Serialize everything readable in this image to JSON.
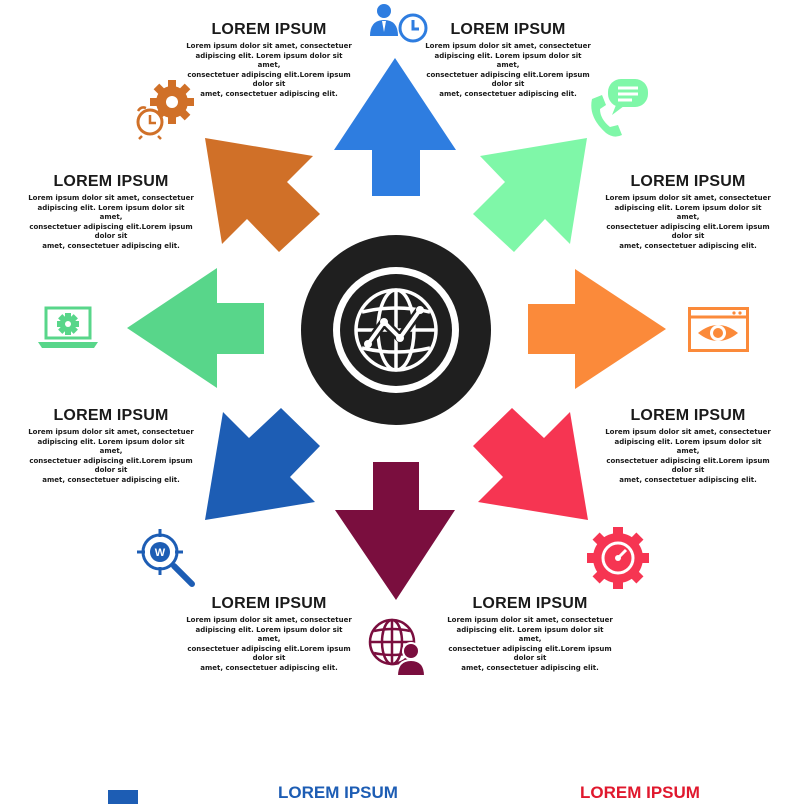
{
  "colors": {
    "up": "#2e7de0",
    "up_right": "#7ff7a8",
    "right": "#fb8a3a",
    "down_right": "#f63552",
    "down": "#7a0e3e",
    "down_left": "#1d5db4",
    "left": "#58d68a",
    "up_left": "#d07028",
    "ring": "#1f1f1f",
    "footer_left": "#1d5db4",
    "footer_right": "#e0182d"
  },
  "center": {
    "icon": "globe-chart-icon"
  },
  "blocks": [
    {
      "id": "top-left",
      "title": "LOREM IPSUM",
      "text": "Lorem ipsum dolor sit amet, consectetuer\nadipiscing elit. Lorem ipsum dolor sit amet,\nconsectetuer adipiscing elit.Lorem ipsum dolor sit\namet, consectetuer adipiscing elit."
    },
    {
      "id": "top-right",
      "title": "LOREM IPSUM",
      "text": "Lorem ipsum dolor sit amet, consectetuer\nadipiscing elit. Lorem ipsum dolor sit amet,\nconsectetuer adipiscing elit.Lorem ipsum dolor sit\namet, consectetuer adipiscing elit."
    },
    {
      "id": "upper-left",
      "title": "LOREM IPSUM",
      "text": "Lorem ipsum dolor sit amet, consectetuer\nadipiscing elit. Lorem ipsum dolor sit amet,\nconsectetuer adipiscing elit.Lorem ipsum dolor sit\namet, consectetuer adipiscing elit."
    },
    {
      "id": "upper-right",
      "title": "LOREM IPSUM",
      "text": "Lorem ipsum dolor sit amet, consectetuer\nadipiscing elit. Lorem ipsum dolor sit amet,\nconsectetuer adipiscing elit.Lorem ipsum dolor sit\namet, consectetuer adipiscing elit."
    },
    {
      "id": "lower-left",
      "title": "LOREM IPSUM",
      "text": "Lorem ipsum dolor sit amet, consectetuer\nadipiscing elit. Lorem ipsum dolor sit amet,\nconsectetuer adipiscing elit.Lorem ipsum dolor sit\namet, consectetuer adipiscing elit."
    },
    {
      "id": "lower-right",
      "title": "LOREM IPSUM",
      "text": "Lorem ipsum dolor sit amet, consectetuer\nadipiscing elit. Lorem ipsum dolor sit amet,\nconsectetuer adipiscing elit.Lorem ipsum dolor sit\namet, consectetuer adipiscing elit."
    },
    {
      "id": "bottom-left",
      "title": "LOREM IPSUM",
      "text": "Lorem ipsum dolor sit amet, consectetuer\nadipiscing elit. Lorem ipsum dolor sit amet,\nconsectetuer adipiscing elit.Lorem ipsum dolor sit\namet, consectetuer adipiscing elit."
    },
    {
      "id": "bottom-right",
      "title": "LOREM IPSUM",
      "text": "Lorem ipsum dolor sit amet, consectetuer\nadipiscing elit. Lorem ipsum dolor sit amet,\nconsectetuer adipiscing elit.Lorem ipsum dolor sit\namet, consectetuer adipiscing elit."
    }
  ],
  "icons": {
    "top": "businessman-clock-icon",
    "upper_right": "phone-chat-icon",
    "right": "browser-eye-icon",
    "lower_right": "gear-speedometer-icon",
    "bottom": "globe-person-icon",
    "lower_left": "magnifier-target-icon",
    "left": "laptop-gear-icon",
    "upper_left": "gear-alarm-clock-icon"
  },
  "footer": {
    "left_title": "LOREM IPSUM",
    "right_title": "LOREM IPSUM"
  }
}
